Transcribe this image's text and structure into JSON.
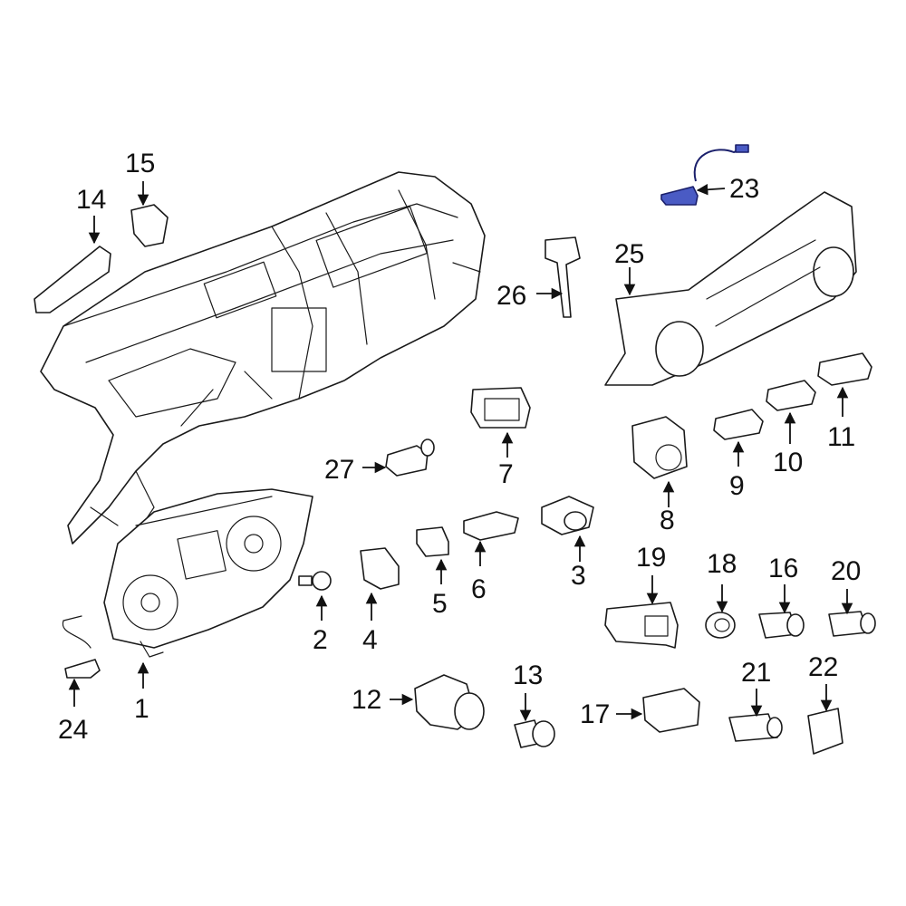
{
  "colors": {
    "line": "#1a1a1a",
    "highlight": "#4a5bc4",
    "background": "#ffffff"
  },
  "callouts": {
    "c1": "1",
    "c2": "2",
    "c3": "3",
    "c4": "4",
    "c5": "5",
    "c6": "6",
    "c7": "7",
    "c8": "8",
    "c9": "9",
    "c10": "10",
    "c11": "11",
    "c12": "12",
    "c13": "13",
    "c14": "14",
    "c15": "15",
    "c16": "16",
    "c17": "17",
    "c18": "18",
    "c19": "19",
    "c20": "20",
    "c21": "21",
    "c22": "22",
    "c23": "23",
    "c24": "24",
    "c25": "25",
    "c26": "26",
    "c27": "27"
  },
  "highlighted_part": "23"
}
